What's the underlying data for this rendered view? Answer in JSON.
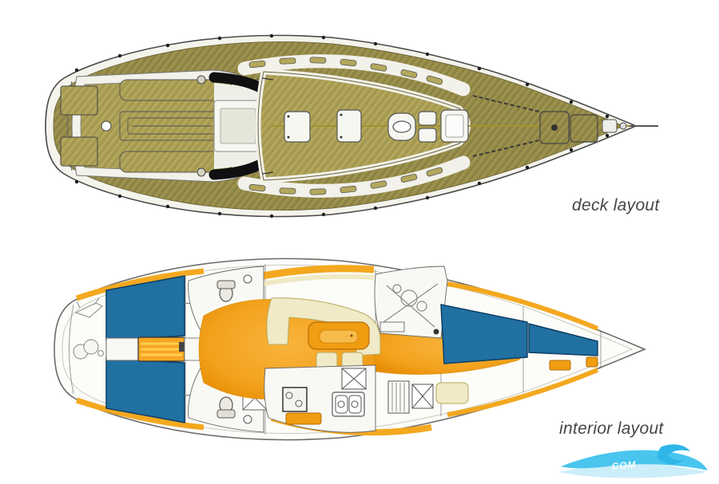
{
  "page": {
    "background": "#ffffff",
    "description": "Sailing yacht plan drawings: deck view and interior accommodation view, bow pointing right"
  },
  "captions": {
    "deck": "deck layout",
    "interior": "interior layout"
  },
  "watermark": {
    "fragment": "COM"
  },
  "palette": {
    "deck_teak": "#958b49",
    "deck_teak_light": "#ab9f55",
    "deck_white": "#f2f1ea",
    "sprayhood_black": "#101010",
    "interior_floor_orange": "#ee9d0e",
    "berth_blue": "#2070a2",
    "settee_cream": "#f0eac6",
    "furniture_orange": "#f19d12",
    "outline_gray": "#555555",
    "caption_gray": "#454545",
    "wave_cyan": "#49c5ee",
    "wave_light": "#cceef9"
  },
  "icons": {
    "deck_plan": "deck-plan-drawing",
    "interior_plan": "interior-plan-drawing",
    "wave_logo": "wave-logo"
  }
}
